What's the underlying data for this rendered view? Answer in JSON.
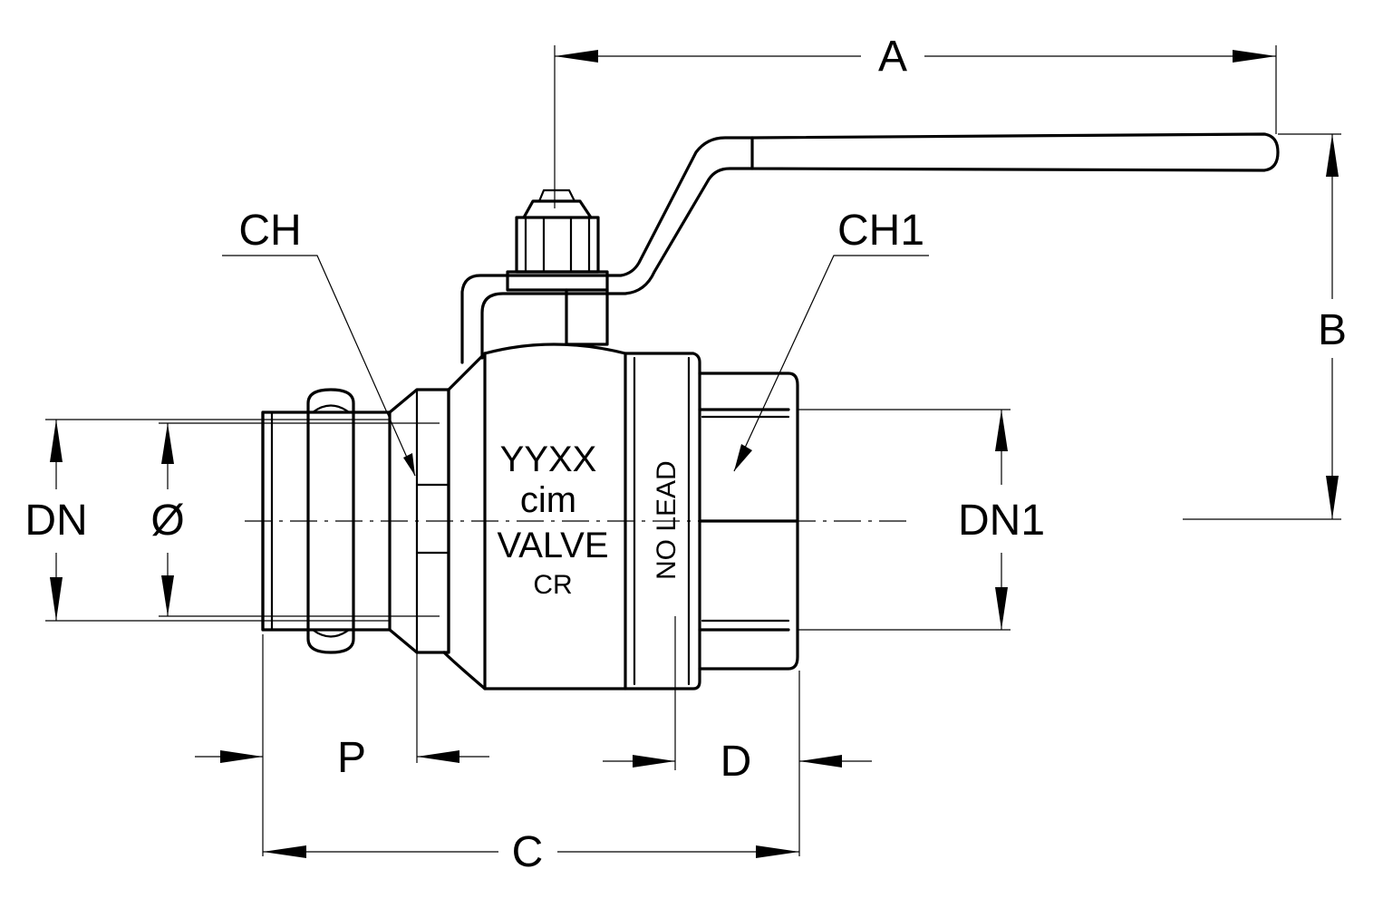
{
  "dimensions": {
    "A": "A",
    "B": "B",
    "C": "C",
    "D": "D",
    "P": "P",
    "CH": "CH",
    "CH1": "CH1",
    "DN": "DN",
    "DN1": "DN1",
    "diameter": "Ø"
  },
  "markings": {
    "code": "YYXX",
    "brand": "cim",
    "line": "VALVE",
    "mark": "CR",
    "no_lead": "NO LEAD"
  }
}
